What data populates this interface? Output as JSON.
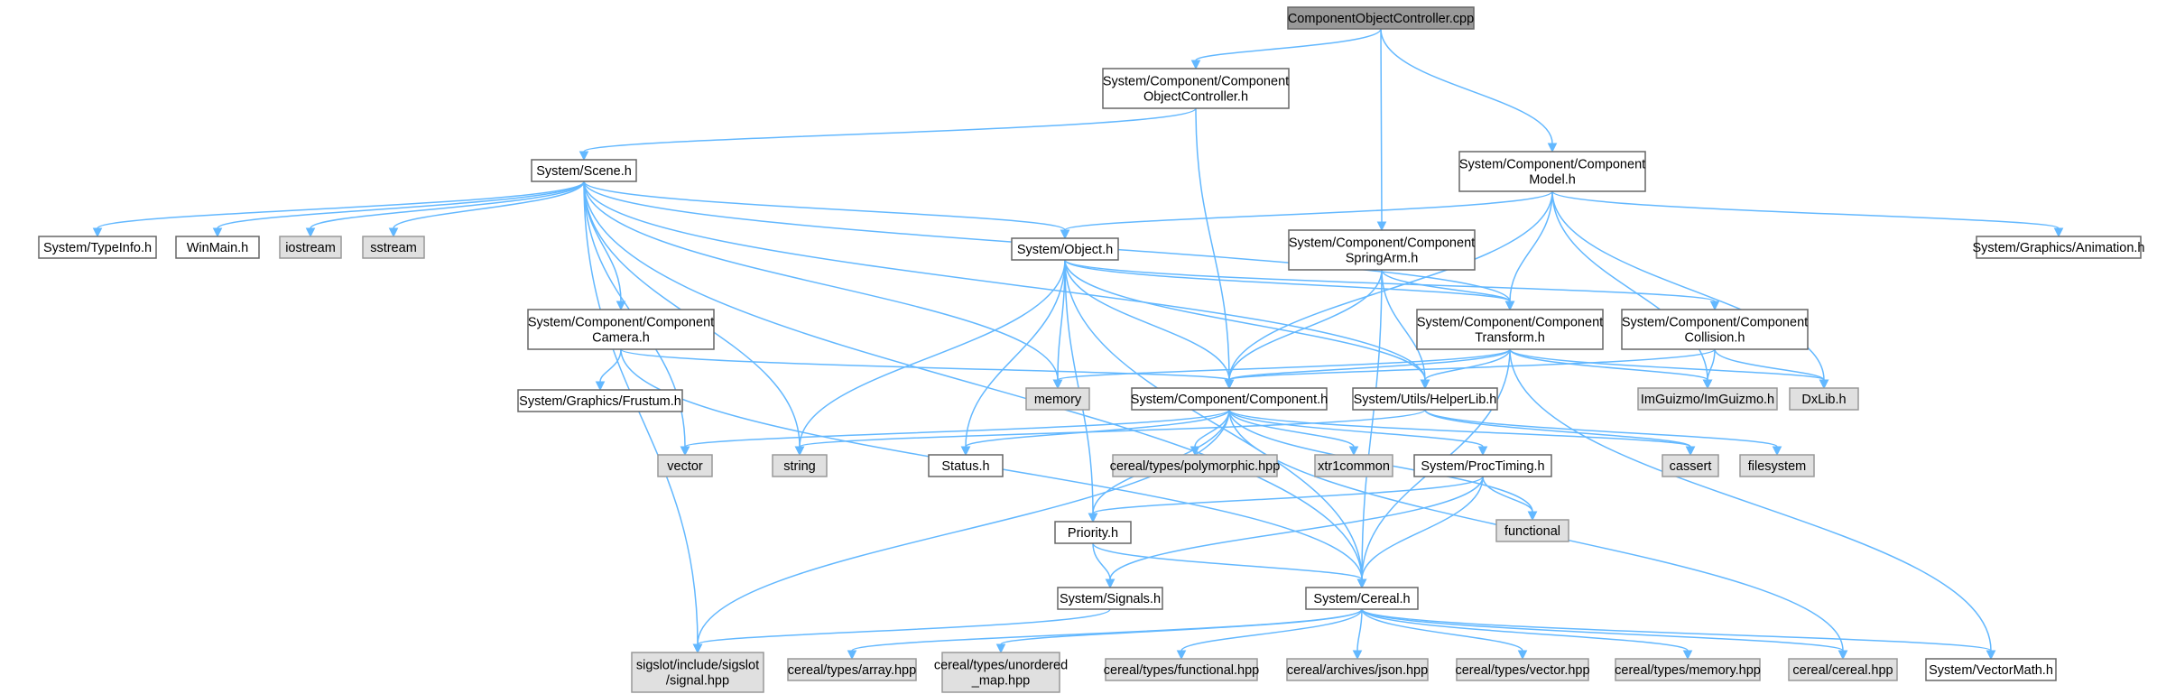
{
  "diagram": {
    "type": "include-dependency-graph",
    "colors": {
      "edge": "#63b8ff",
      "root_fill": "#999999",
      "file_fill": "#ffffff",
      "external_fill": "#e0e0e0",
      "border": "#666666"
    },
    "nodes": [
      {
        "id": "root",
        "label": "ComponentObjectController.cpp",
        "kind": "root"
      },
      {
        "id": "coc_h",
        "label": "System/Component/Component\nObjectController.h",
        "kind": "file"
      },
      {
        "id": "model_h",
        "label": "System/Component/Component\nModel.h",
        "kind": "file"
      },
      {
        "id": "scene_h",
        "label": "System/Scene.h",
        "kind": "file"
      },
      {
        "id": "typeinfo_h",
        "label": "System/TypeInfo.h",
        "kind": "file"
      },
      {
        "id": "winmain_h",
        "label": "WinMain.h",
        "kind": "file"
      },
      {
        "id": "iostream",
        "label": "iostream",
        "kind": "ext"
      },
      {
        "id": "sstream",
        "label": "sstream",
        "kind": "ext"
      },
      {
        "id": "object_h",
        "label": "System/Object.h",
        "kind": "file"
      },
      {
        "id": "springarm_h",
        "label": "System/Component/Component\nSpringArm.h",
        "kind": "file"
      },
      {
        "id": "animation_h",
        "label": "System/Graphics/Animation.h",
        "kind": "file"
      },
      {
        "id": "camera_h",
        "label": "System/Component/Component\nCamera.h",
        "kind": "file"
      },
      {
        "id": "transform_h",
        "label": "System/Component/Component\nTransform.h",
        "kind": "file"
      },
      {
        "id": "collision_h",
        "label": "System/Component/Component\nCollision.h",
        "kind": "file"
      },
      {
        "id": "frustum_h",
        "label": "System/Graphics/Frustum.h",
        "kind": "file"
      },
      {
        "id": "memory",
        "label": "memory",
        "kind": "ext"
      },
      {
        "id": "component_h",
        "label": "System/Component/Component.h",
        "kind": "file"
      },
      {
        "id": "helperlib_h",
        "label": "System/Utils/HelperLib.h",
        "kind": "file"
      },
      {
        "id": "imguizmo_h",
        "label": "ImGuizmo/ImGuizmo.h",
        "kind": "ext"
      },
      {
        "id": "dxlib_h",
        "label": "DxLib.h",
        "kind": "ext"
      },
      {
        "id": "vector",
        "label": "vector",
        "kind": "ext"
      },
      {
        "id": "string",
        "label": "string",
        "kind": "ext"
      },
      {
        "id": "status_h",
        "label": "Status.h",
        "kind": "file"
      },
      {
        "id": "polymorphic_hpp",
        "label": "cereal/types/polymorphic.hpp",
        "kind": "ext"
      },
      {
        "id": "xtr1common",
        "label": "xtr1common",
        "kind": "ext"
      },
      {
        "id": "proctiming_h",
        "label": "System/ProcTiming.h",
        "kind": "file"
      },
      {
        "id": "cassert",
        "label": "cassert",
        "kind": "ext"
      },
      {
        "id": "filesystem",
        "label": "filesystem",
        "kind": "ext"
      },
      {
        "id": "functional",
        "label": "functional",
        "kind": "ext"
      },
      {
        "id": "priority_h",
        "label": "Priority.h",
        "kind": "file"
      },
      {
        "id": "signals_h",
        "label": "System/Signals.h",
        "kind": "file"
      },
      {
        "id": "cereal_h",
        "label": "System/Cereal.h",
        "kind": "file"
      },
      {
        "id": "sigslot_hpp",
        "label": "sigslot/include/sigslot\n/signal.hpp",
        "kind": "ext"
      },
      {
        "id": "array_hpp",
        "label": "cereal/types/array.hpp",
        "kind": "ext"
      },
      {
        "id": "unordered_map_hpp",
        "label": "cereal/types/unordered\n_map.hpp",
        "kind": "ext"
      },
      {
        "id": "functional_hpp",
        "label": "cereal/types/functional.hpp",
        "kind": "ext"
      },
      {
        "id": "json_hpp",
        "label": "cereal/archives/json.hpp",
        "kind": "ext"
      },
      {
        "id": "vector_hpp",
        "label": "cereal/types/vector.hpp",
        "kind": "ext"
      },
      {
        "id": "memory_hpp",
        "label": "cereal/types/memory.hpp",
        "kind": "ext"
      },
      {
        "id": "cereal_hpp",
        "label": "cereal/cereal.hpp",
        "kind": "ext"
      },
      {
        "id": "vectormath_h",
        "label": "System/VectorMath.h",
        "kind": "file"
      }
    ],
    "edges": [
      [
        "root",
        "coc_h"
      ],
      [
        "root",
        "springarm_h"
      ],
      [
        "root",
        "model_h"
      ],
      [
        "coc_h",
        "scene_h"
      ],
      [
        "coc_h",
        "component_h"
      ],
      [
        "scene_h",
        "typeinfo_h"
      ],
      [
        "scene_h",
        "winmain_h"
      ],
      [
        "scene_h",
        "iostream"
      ],
      [
        "scene_h",
        "sstream"
      ],
      [
        "scene_h",
        "object_h"
      ],
      [
        "scene_h",
        "camera_h"
      ],
      [
        "scene_h",
        "memory"
      ],
      [
        "scene_h",
        "vector"
      ],
      [
        "scene_h",
        "string"
      ],
      [
        "scene_h",
        "sigslot_hpp"
      ],
      [
        "scene_h",
        "cereal_h"
      ],
      [
        "scene_h",
        "helperlib_h"
      ],
      [
        "scene_h",
        "transform_h"
      ],
      [
        "model_h",
        "object_h"
      ],
      [
        "model_h",
        "component_h"
      ],
      [
        "model_h",
        "transform_h"
      ],
      [
        "model_h",
        "animation_h"
      ],
      [
        "model_h",
        "imguizmo_h"
      ],
      [
        "model_h",
        "dxlib_h"
      ],
      [
        "springarm_h",
        "transform_h"
      ],
      [
        "springarm_h",
        "component_h"
      ],
      [
        "springarm_h",
        "helperlib_h"
      ],
      [
        "springarm_h",
        "cereal_h"
      ],
      [
        "object_h",
        "string"
      ],
      [
        "object_h",
        "memory"
      ],
      [
        "object_h",
        "component_h"
      ],
      [
        "object_h",
        "helperlib_h"
      ],
      [
        "object_h",
        "status_h"
      ],
      [
        "object_h",
        "priority_h"
      ],
      [
        "object_h",
        "cereal_h"
      ],
      [
        "object_h",
        "transform_h"
      ],
      [
        "object_h",
        "collision_h"
      ],
      [
        "camera_h",
        "frustum_h"
      ],
      [
        "camera_h",
        "component_h"
      ],
      [
        "camera_h",
        "cereal_h"
      ],
      [
        "transform_h",
        "component_h"
      ],
      [
        "transform_h",
        "memory"
      ],
      [
        "transform_h",
        "helperlib_h"
      ],
      [
        "transform_h",
        "imguizmo_h"
      ],
      [
        "transform_h",
        "dxlib_h"
      ],
      [
        "transform_h",
        "vectormath_h"
      ],
      [
        "transform_h",
        "cereal_h"
      ],
      [
        "collision_h",
        "component_h"
      ],
      [
        "collision_h",
        "imguizmo_h"
      ],
      [
        "collision_h",
        "dxlib_h"
      ],
      [
        "component_h",
        "vector"
      ],
      [
        "component_h",
        "status_h"
      ],
      [
        "component_h",
        "polymorphic_hpp"
      ],
      [
        "component_h",
        "xtr1common"
      ],
      [
        "component_h",
        "proctiming_h"
      ],
      [
        "component_h",
        "cassert"
      ],
      [
        "component_h",
        "functional"
      ],
      [
        "component_h",
        "priority_h"
      ],
      [
        "component_h",
        "sigslot_hpp"
      ],
      [
        "component_h",
        "cereal_hpp"
      ],
      [
        "helperlib_h",
        "string"
      ],
      [
        "helperlib_h",
        "cassert"
      ],
      [
        "helperlib_h",
        "filesystem"
      ],
      [
        "proctiming_h",
        "functional"
      ],
      [
        "proctiming_h",
        "priority_h"
      ],
      [
        "proctiming_h",
        "signals_h"
      ],
      [
        "proctiming_h",
        "cereal_h"
      ],
      [
        "priority_h",
        "signals_h"
      ],
      [
        "priority_h",
        "cereal_h"
      ],
      [
        "signals_h",
        "sigslot_hpp"
      ],
      [
        "cereal_h",
        "array_hpp"
      ],
      [
        "cereal_h",
        "unordered_map_hpp"
      ],
      [
        "cereal_h",
        "functional_hpp"
      ],
      [
        "cereal_h",
        "json_hpp"
      ],
      [
        "cereal_h",
        "vector_hpp"
      ],
      [
        "cereal_h",
        "memory_hpp"
      ],
      [
        "cereal_h",
        "cereal_hpp"
      ],
      [
        "cereal_h",
        "vectormath_h"
      ]
    ]
  }
}
